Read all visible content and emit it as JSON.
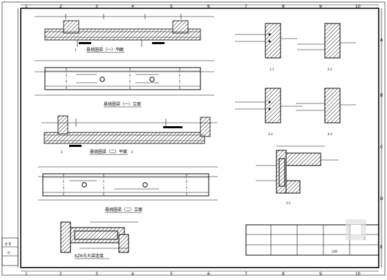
{
  "grid": {
    "columns": [
      "1",
      "2",
      "3",
      "4",
      "5",
      "6",
      "7",
      "8",
      "9",
      "10"
    ],
    "rows": [
      "A",
      "B",
      "C",
      "D",
      "E"
    ]
  },
  "views": {
    "plan1_caption": "悬挑圈梁（一）平面",
    "elev1_caption": "悬挑圈梁（一）立面",
    "plan2_caption": "悬挑圈梁（二）平面",
    "elev2_caption": "悬挑圈梁（二）立面",
    "detail_caption": "KZ6与大梁连接"
  },
  "sections": {
    "s1": "1-1",
    "s2": "2-2",
    "s3": "3-3",
    "s4": "4-4",
    "s5": "5-5"
  },
  "title_block": {
    "drawing_no": "3",
    "scale_label": "比例"
  },
  "left_stamp": {
    "line1": "会 签",
    "line2": "栏"
  }
}
